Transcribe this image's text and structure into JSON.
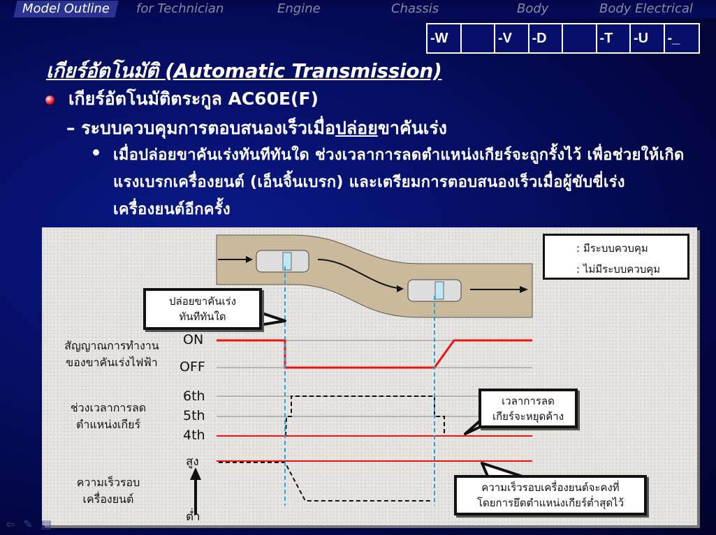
{
  "tabs": [
    "Model Outline",
    "for Technician",
    "Engine",
    "Chassis",
    "Body",
    "Body Electrical"
  ],
  "codes": [
    "-W",
    "",
    "-V",
    "-D",
    "",
    "-T",
    "-U",
    "-_"
  ],
  "title": "เกียร์อัตโนมัติ (Automatic Transmission)",
  "bullet1": "เกียร์อัตโนมัติตระกูล AC60E(F)",
  "bullet2_prefix": "– ระบบควบคุมการตอบสนองเร็วเมื่อ",
  "bullet2_underlined": "ปล่อย",
  "bullet2_suffix": "ขาคันเร่ง",
  "bullet3": "เมื่อปล่อยขาคันเร่งทันทีทันใด ช่วงเวลาการลดตำแหน่งเกียร์จะถูกรั้งไว้ เพื่อช่วยให้เกิดแรงเบรกเครื่องยนต์ (เอ็นจิ้นเบรก) และเตรียมการตอบสนองเร็วเมื่อผู้ขับขี่เร่งเครื่องยนต์อีกครั้ง",
  "diagram": {
    "legend": {
      "with_control": ": มีระบบควบคุม",
      "without_control": ": ไม่มีระบบควบคุม",
      "colors": {
        "with": "#ee1111",
        "without": "#111111"
      }
    },
    "callout_release": [
      "ปล่อยขาคันเร่ง",
      "ทันทีทันใด"
    ],
    "callout_hold": [
      "เวลาการลด",
      "เกียร์จะหยุดค้าง"
    ],
    "callout_speed": [
      "ความเร็วรอบเครื่องยนต์จะคงที่",
      "โดยการยึดตำแหน่งเกียร์ต่ำสุดไว้"
    ],
    "row_pedal": {
      "label": [
        "สัญญาณการทำงาน",
        "ของขาคันเร่งไฟฟ้า"
      ],
      "on": "ON",
      "off": "OFF"
    },
    "row_gear": {
      "label": [
        "ช่วงเวลาการลด",
        "ตำแหน่งเกียร์"
      ],
      "g6": "6th",
      "g5": "5th",
      "g4": "4th"
    },
    "row_speed": {
      "label": [
        "ความเร็วรอบ",
        "เครื่องยนต์"
      ],
      "high": "สูง",
      "low": "ต่ำ"
    }
  }
}
